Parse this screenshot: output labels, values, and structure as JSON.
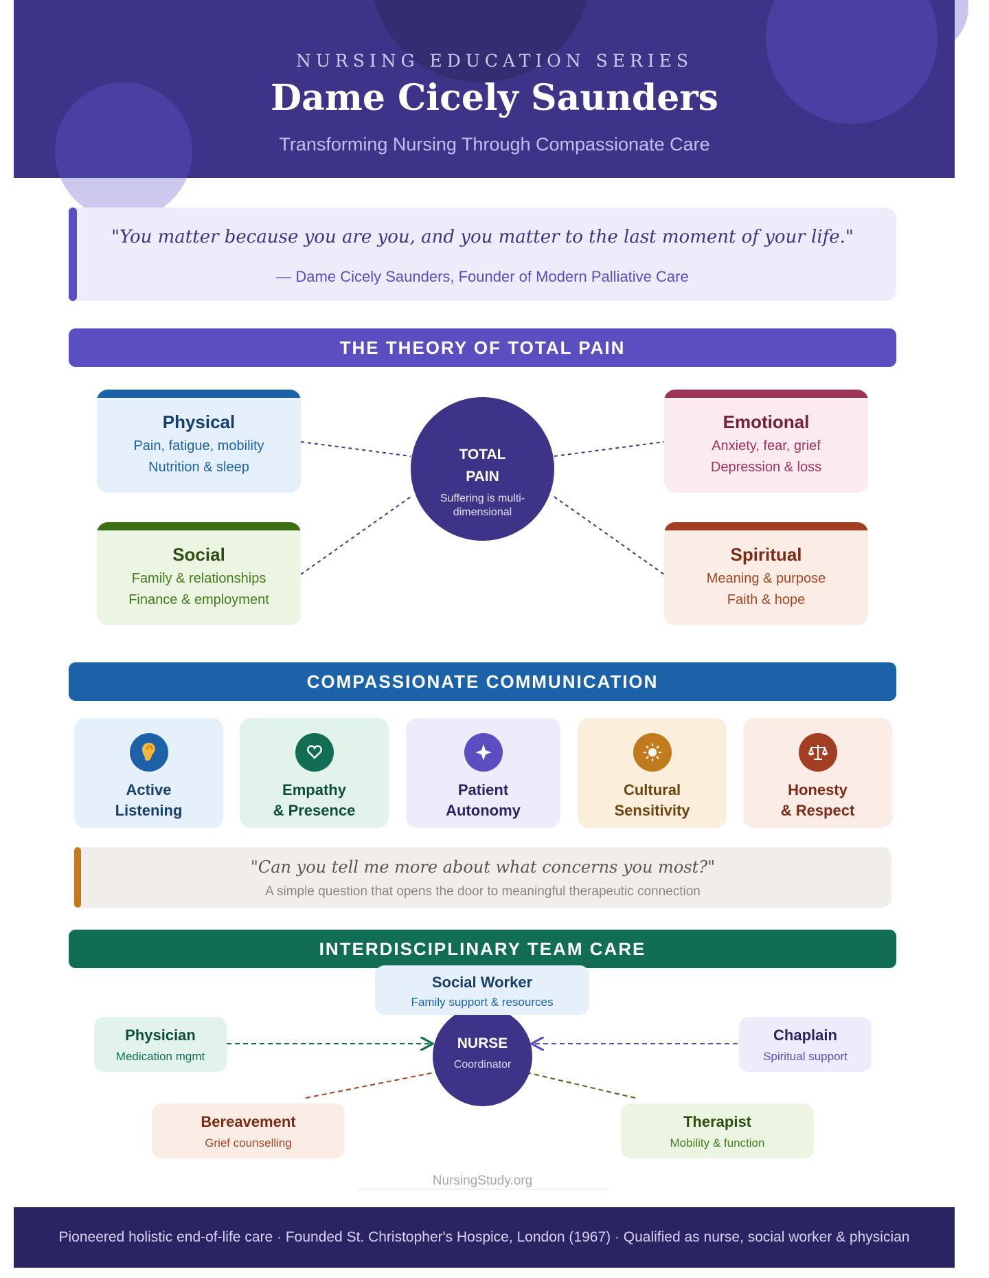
{
  "header": {
    "series": "NURSING EDUCATION SERIES",
    "title": "Dame Cicely Saunders",
    "subtitle": "Transforming Nursing Through Compassionate Care"
  },
  "quote": {
    "text": "\"You matter because you are you, and you matter to the last moment of your life.\"",
    "author": "— Dame Cicely Saunders, Founder of Modern Palliative Care"
  },
  "total_pain": {
    "heading": "THE THEORY OF TOTAL PAIN",
    "center_title_1": "TOTAL",
    "center_title_2": "PAIN",
    "center_sub": "Suffering is multi-dimensional",
    "physical": {
      "title": "Physical",
      "line1": "Pain, fatigue, mobility",
      "line2": "Nutrition & sleep"
    },
    "emotional": {
      "title": "Emotional",
      "line1": "Anxiety, fear, grief",
      "line2": "Depression & loss"
    },
    "social": {
      "title": "Social",
      "line1": "Family & relationships",
      "line2": "Finance & employment"
    },
    "spiritual": {
      "title": "Spiritual",
      "line1": "Meaning & purpose",
      "line2": "Faith & hope"
    }
  },
  "communication": {
    "heading": "COMPASSIONATE COMMUNICATION",
    "cards": [
      {
        "icon": "ear-icon",
        "line1": "Active",
        "line2": "Listening"
      },
      {
        "icon": "heart-icon",
        "line1": "Empathy",
        "line2": "& Presence"
      },
      {
        "icon": "sparkle-icon",
        "line1": "Patient",
        "line2": "Autonomy"
      },
      {
        "icon": "sun-icon",
        "line1": "Cultural",
        "line2": "Sensitivity"
      },
      {
        "icon": "scales-icon",
        "line1": "Honesty",
        "line2": "& Respect"
      }
    ],
    "question": "\"Can you tell me more about what concerns you most?\"",
    "question_sub": "A simple question that opens the door to meaningful therapeutic connection"
  },
  "team": {
    "heading": "INTERDISCIPLINARY TEAM CARE",
    "nurse": {
      "title": "NURSE",
      "role": "Coordinator"
    },
    "social_worker": {
      "title": "Social Worker",
      "role": "Family support & resources"
    },
    "physician": {
      "title": "Physician",
      "role": "Medication mgmt"
    },
    "chaplain": {
      "title": "Chaplain",
      "role": "Spiritual support"
    },
    "bereavement": {
      "title": "Bereavement",
      "role": "Grief counselling"
    },
    "therapist": {
      "title": "Therapist",
      "role": "Mobility & function"
    }
  },
  "site": "NursingStudy.org",
  "footer": "Pioneered holistic end-of-life care · Founded St. Christopher's Hospice, London (1967) · Qualified as nurse, social worker & physician",
  "colors": {
    "primary": "#3d3488",
    "accent": "#5a4ec0",
    "communication": "#1b62a8",
    "team": "#116e55",
    "physical": "#1b62a8",
    "emotional": "#9e3358",
    "social": "#3c6e16",
    "spiritual": "#a23e21"
  }
}
